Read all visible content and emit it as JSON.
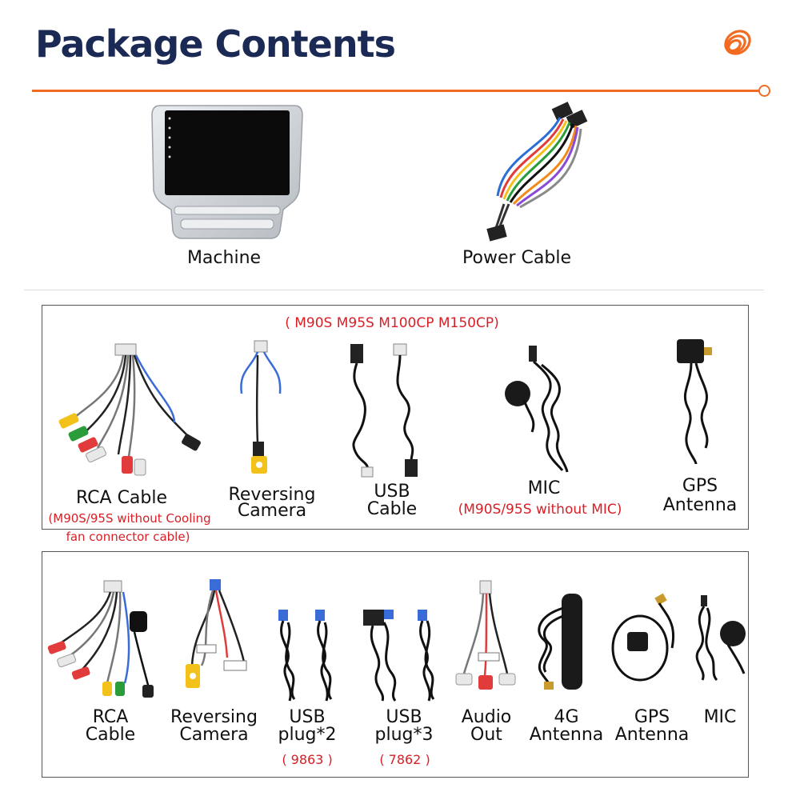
{
  "header": {
    "title": "Package Contents",
    "accent_color": "#f26b21",
    "title_color": "#1b2a55",
    "logo_icon": "orange-spiral-logo-icon"
  },
  "main_items": [
    {
      "label": "Machine",
      "icon": "head-unit-screen-icon"
    },
    {
      "label": "Power Cable",
      "icon": "wiring-harness-icon"
    }
  ],
  "box1": {
    "models_note": "( M90S M95S M100CP M150CP)",
    "items": [
      {
        "label_lines": [
          "RCA Cable"
        ],
        "notes": [
          "(M90S/95S without Cooling",
          "fan connector cable)"
        ],
        "icon": "rca-cable-icon"
      },
      {
        "label_lines": [
          "Reversing",
          "Camera"
        ],
        "icon": "reversing-camera-cable-icon"
      },
      {
        "label_lines": [
          "USB",
          "Cable"
        ],
        "icon": "usb-cable-icon"
      },
      {
        "label_lines": [
          "MIC"
        ],
        "notes": [
          "(M90S/95S without MIC)"
        ],
        "icon": "microphone-icon"
      },
      {
        "label_lines": [
          "GPS",
          "Antenna"
        ],
        "icon": "gps-antenna-icon"
      }
    ]
  },
  "box2": {
    "items": [
      {
        "label_lines": [
          "RCA",
          "Cable"
        ],
        "icon": "rca-cable-icon"
      },
      {
        "label_lines": [
          "Reversing",
          "Camera"
        ],
        "icon": "reversing-camera-cable-icon"
      },
      {
        "label_lines": [
          "USB",
          "plug*2"
        ],
        "notes": [
          "( 9863 )"
        ],
        "icon": "usb-plug-cable-icon"
      },
      {
        "label_lines": [
          "USB",
          "plug*3"
        ],
        "notes": [
          "( 7862 )"
        ],
        "icon": "usb-plug-cable-icon"
      },
      {
        "label_lines": [
          "Audio",
          "Out"
        ],
        "icon": "audio-out-cable-icon"
      },
      {
        "label_lines": [
          "4G",
          "Antenna"
        ],
        "icon": "4g-antenna-icon"
      },
      {
        "label_lines": [
          "GPS",
          "Antenna"
        ],
        "icon": "gps-antenna-icon"
      },
      {
        "label_lines": [
          "MIC"
        ],
        "icon": "microphone-icon"
      }
    ]
  }
}
